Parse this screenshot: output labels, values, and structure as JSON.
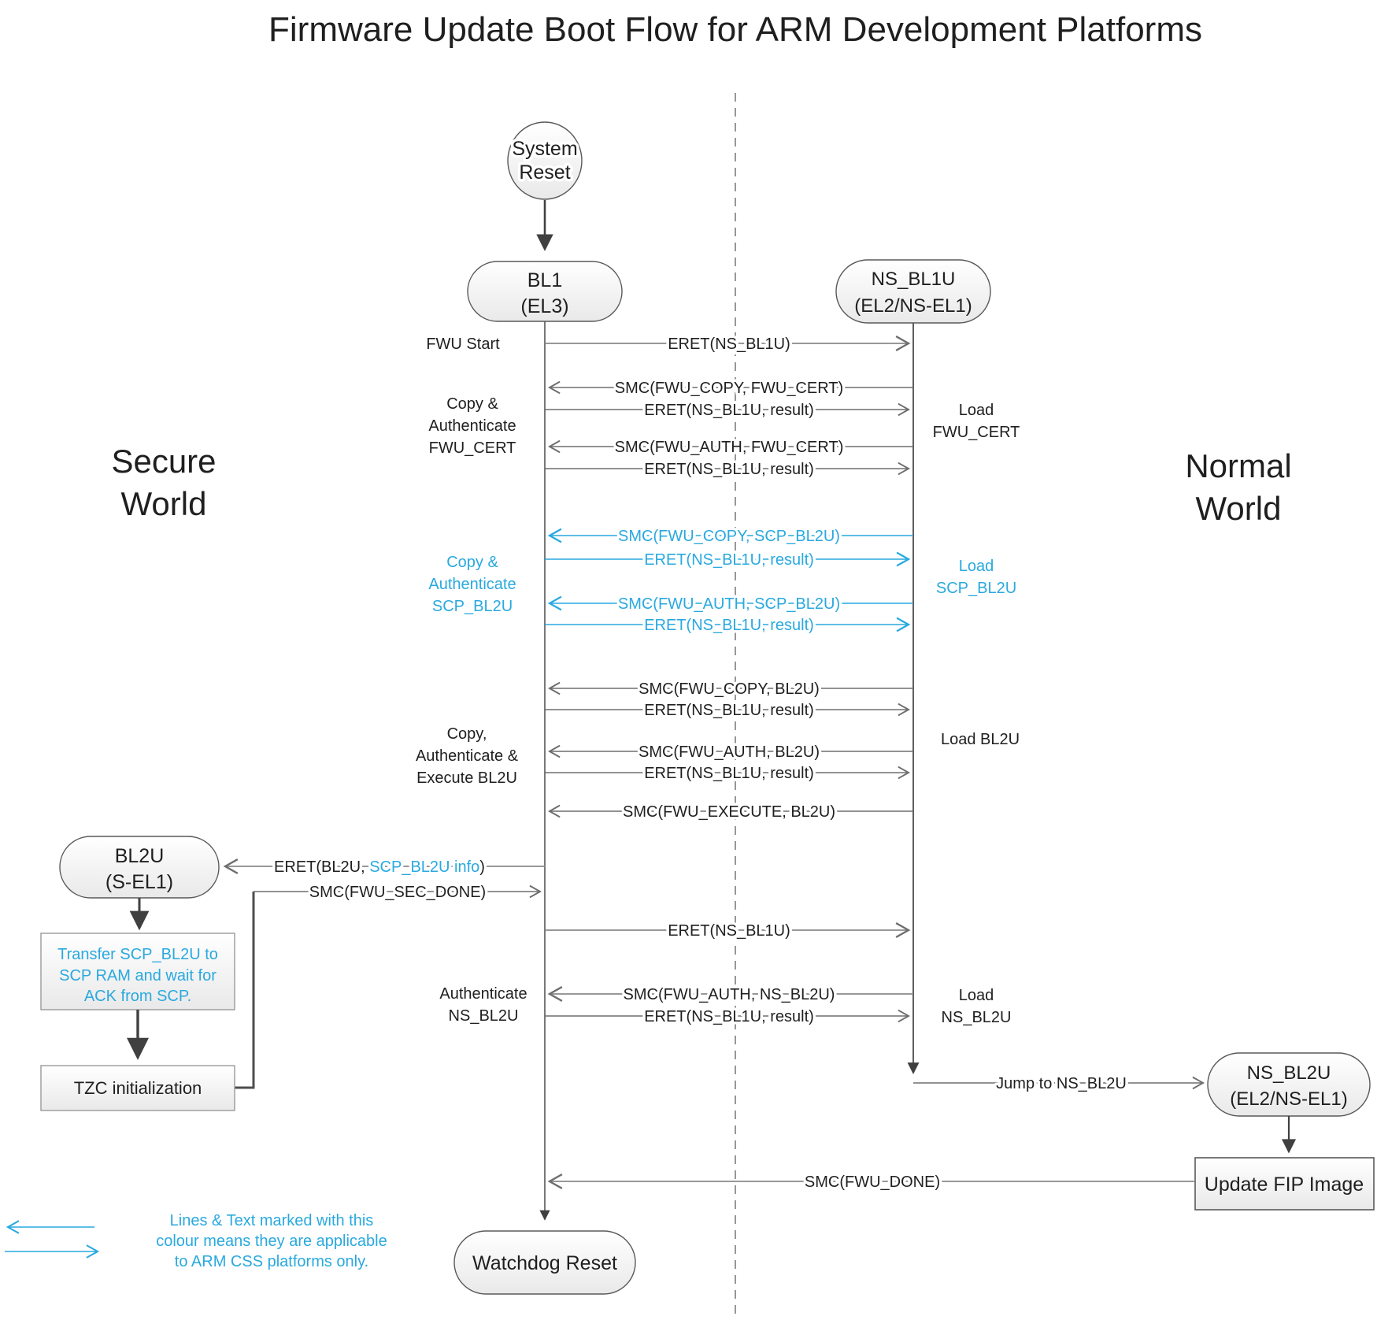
{
  "title": "Firmware Update Boot Flow for ARM Development Platforms",
  "colors": {
    "accent_blue": "#29a9df",
    "line_gray": "#6e6e6e",
    "node_fill_top": "#ffffff",
    "node_fill_bottom": "#e9e9e9",
    "node_stroke": "#595959"
  },
  "regions": {
    "secure": {
      "line1": "Secure",
      "line2": "World"
    },
    "normal": {
      "line1": "Normal",
      "line2": "World"
    }
  },
  "nodes": {
    "system_reset": {
      "line1": "System",
      "line2": "Reset"
    },
    "bl1": {
      "line1": "BL1",
      "line2": "(EL3)"
    },
    "ns_bl1u": {
      "line1": "NS_BL1U",
      "line2": "(EL2/NS-EL1)"
    },
    "bl2u": {
      "line1": "BL2U",
      "line2": "(S-EL1)"
    },
    "ns_bl2u": {
      "line1": "NS_BL2U",
      "line2": "(EL2/NS-EL1)"
    },
    "transfer_scp": {
      "line1": "Transfer SCP_BL2U to",
      "line2": "SCP RAM and wait for",
      "line3": "ACK from SCP."
    },
    "tzc": {
      "label": "TZC initialization"
    },
    "update_fip": {
      "label": "Update FIP Image"
    },
    "watchdog": {
      "label": "Watchdog Reset"
    }
  },
  "messages": {
    "eret_ns_bl1u": "ERET(NS_BL1U)",
    "eret_result": "ERET(NS_BL1U, result)",
    "smc_copy_fwu_cert": "SMC(FWU_COPY, FWU_CERT)",
    "smc_auth_fwu_cert": "SMC(FWU_AUTH, FWU_CERT)",
    "smc_copy_scp_bl2u": "SMC(FWU_COPY, SCP_BL2U)",
    "smc_auth_scp_bl2u": "SMC(FWU_AUTH, SCP_BL2U)",
    "smc_copy_bl2u": "SMC(FWU_COPY, BL2U)",
    "smc_auth_bl2u": "SMC(FWU_AUTH, BL2U)",
    "smc_execute_bl2u": "SMC(FWU_EXECUTE, BL2U)",
    "eret_bl2u_pre": "ERET(BL2U, ",
    "eret_bl2u_info": "SCP_BL2U info",
    "eret_bl2u_post": ")",
    "smc_fwu_sec_done": "SMC(FWU_SEC_DONE)",
    "smc_auth_ns_bl2u": "SMC(FWU_AUTH, NS_BL2U)",
    "jump_ns_bl2u": "Jump to NS_BL2U",
    "smc_fwu_done": "SMC(FWU_DONE)"
  },
  "side_labels": {
    "fwu_start": "FWU Start",
    "copy_auth_fwu_cert": [
      "Copy &",
      "Authenticate",
      "FWU_CERT"
    ],
    "load_fwu_cert": [
      "Load",
      "FWU_CERT"
    ],
    "copy_auth_scp_bl2u": [
      "Copy &",
      "Authenticate",
      "SCP_BL2U"
    ],
    "load_scp_bl2u": [
      "Load",
      "SCP_BL2U"
    ],
    "copy_auth_exec_bl2u": [
      "Copy,",
      "Authenticate &",
      "Execute BL2U"
    ],
    "load_bl2u": "Load BL2U",
    "auth_ns_bl2u": [
      "Authenticate",
      "NS_BL2U"
    ],
    "load_ns_bl2u": [
      "Load",
      "NS_BL2U"
    ]
  },
  "legend": {
    "line1": "Lines & Text marked with this",
    "line2": "colour means they are applicable",
    "line3": "to ARM CSS platforms only."
  }
}
